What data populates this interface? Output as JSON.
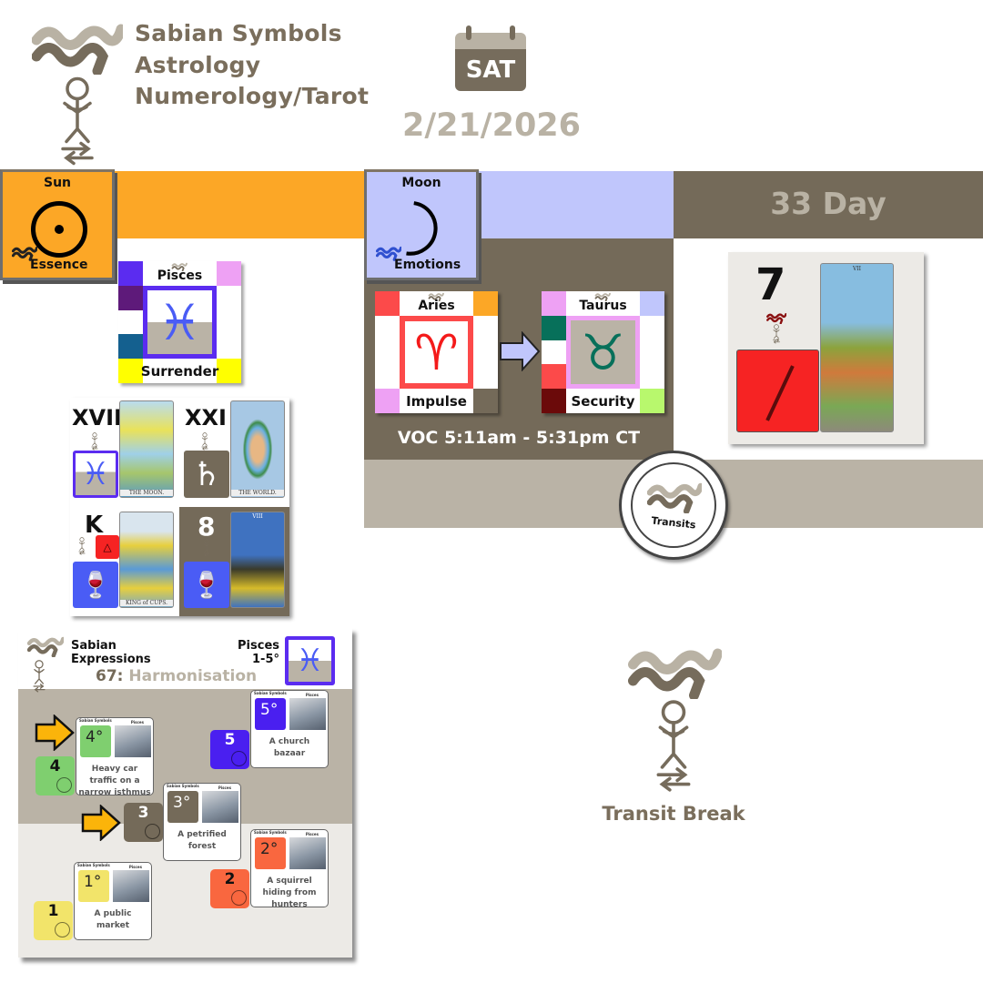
{
  "header": {
    "titles": [
      "Sabian Symbols",
      "Astrology",
      "Numerology/Tarot"
    ],
    "weekday": "SAT",
    "date": "2/21/2026"
  },
  "icons": {
    "pisces": "♓",
    "aries": "♈",
    "taurus": "♉",
    "saturn": "♄",
    "cup": "🜄"
  },
  "sun": {
    "label": "Sun",
    "keyword": "Essence",
    "sign": {
      "name": "Pisces",
      "keyword": "Surrender"
    }
  },
  "tarot": [
    {
      "numeral": "XVIII",
      "caption": "THE MOON."
    },
    {
      "numeral": "XXI",
      "caption": "THE WORLD."
    },
    {
      "numeral": "K",
      "caption": "KING of CUPS."
    },
    {
      "numeral": "8",
      "caption": "VIII"
    }
  ],
  "moon": {
    "label": "Moon",
    "keyword": "Emotions",
    "from": {
      "name": "Aries",
      "keyword": "Impulse"
    },
    "to": {
      "name": "Taurus",
      "keyword": "Security"
    },
    "voc": "VOC 5:11am - 5:31pm CT"
  },
  "day": {
    "label": "33 Day",
    "number": "7",
    "card_numeral": "VII"
  },
  "transits": {
    "label": "Transits"
  },
  "transit_break": "Transit Break",
  "sabian": {
    "title_line1": "Sabian",
    "title_line2": "Expressions",
    "number": "67:",
    "theme": "Harmonisation",
    "sign": "Pisces",
    "range": "1-5°",
    "card_brand": "Sabian Symbols",
    "card_sign": "Pisces",
    "cards": [
      {
        "degree": "4°",
        "num": "4",
        "text": "Heavy car traffic on a narrow isthmus",
        "color": "#7fcf6f",
        "highlighted": true
      },
      {
        "degree": "5°",
        "num": "5",
        "text": "A church bazaar",
        "color": "#4a1ff0",
        "highlighted": false
      },
      {
        "degree": "3°",
        "num": "3",
        "text": "A petrified forest",
        "color": "#746a59",
        "highlighted": true
      },
      {
        "degree": "2°",
        "num": "2",
        "text": "A squirrel hiding from hunters",
        "color": "#f9673f",
        "highlighted": false
      },
      {
        "degree": "1°",
        "num": "1",
        "text": "A public market",
        "color": "#f2e46a",
        "highlighted": false
      }
    ]
  },
  "colors": {
    "brown": "#746a59",
    "beige": "#bab3a6",
    "orange": "#fca726",
    "lavender": "#c0c6fc"
  }
}
